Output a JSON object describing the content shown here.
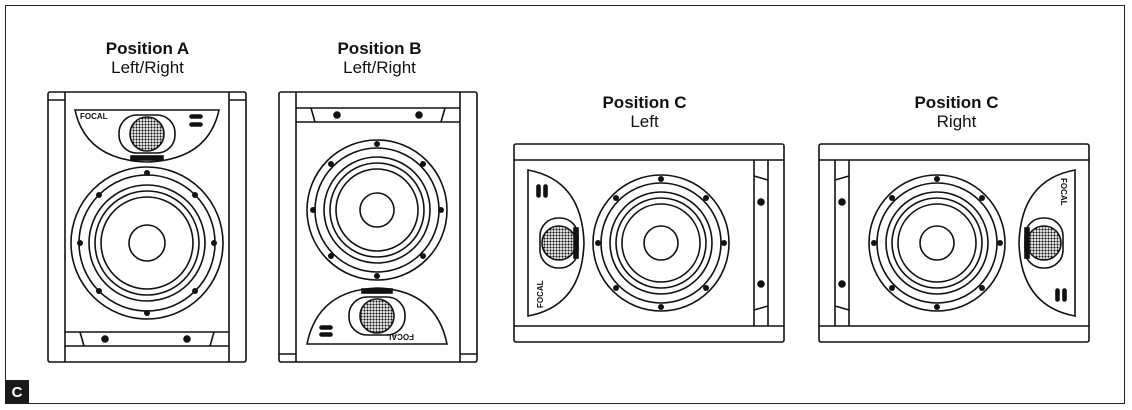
{
  "figure": {
    "panel_label": "C",
    "positions": [
      {
        "name": "Position A",
        "side": "Left/Right"
      },
      {
        "name": "Position B",
        "side": "Left/Right"
      },
      {
        "name": "Position C",
        "side": "Left"
      },
      {
        "name": "Position C",
        "side": "Right"
      }
    ],
    "brand": "FOCAL"
  }
}
